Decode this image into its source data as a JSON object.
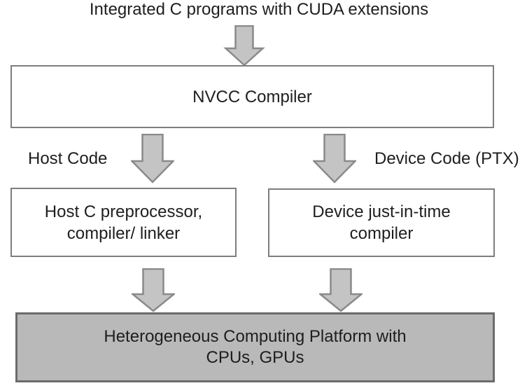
{
  "title": "Integrated C programs with CUDA extensions",
  "nodes": {
    "nvcc": {
      "label": "NVCC Compiler"
    },
    "host": {
      "line1": "Host C preprocessor,",
      "line2": "compiler/ linker"
    },
    "device": {
      "line1": "Device just-in-time",
      "line2": "compiler"
    },
    "platform": {
      "line1": "Heterogeneous Computing Platform with",
      "line2": "CPUs, GPUs"
    }
  },
  "edge_labels": {
    "host_code": "Host Code",
    "device_code": "Device Code (PTX)"
  },
  "icons": {
    "down_arrow": "block-arrow-down"
  },
  "colors": {
    "background": "#ffffff",
    "text": "#1e1e1e",
    "box_border": "#7e7e7e",
    "arrow_fill": "#c4c4c4",
    "arrow_stroke": "#8a8a8a",
    "platform_fill": "#b9b9b9",
    "platform_border": "#6b6b6b"
  }
}
